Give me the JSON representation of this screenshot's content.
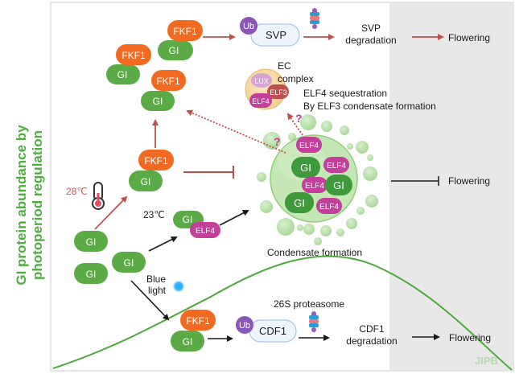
{
  "side_title": {
    "line1": "GI protein abundance by",
    "line2": "photoperiod regulation"
  },
  "colors": {
    "gi_green": "#5aab46",
    "fkf1_orange": "#f26a21",
    "elf4_magenta": "#c43e9b",
    "ub_purple": "#8a56b8",
    "red_arrow": "#c0504d",
    "side_title_green": "#4daf3c",
    "shaded_region": "#e8e8e8",
    "condensate_green": "#b7e0a8"
  },
  "proteins": {
    "gi": "GI",
    "fkf1": "FKF1",
    "elf4": "ELF4",
    "elf3": "ELF3",
    "lux": "LUX",
    "ub": "Ub",
    "svp": "SVP",
    "cdf1": "CDF1"
  },
  "labels": {
    "temp_high": "28℃",
    "temp_low": "23℃",
    "blue_light_1": "Blue",
    "blue_light_2": "light",
    "svp_degradation_1": "SVP",
    "svp_degradation_2": "degradation",
    "flowering_top": "Flowering",
    "flowering_mid": "Flowering",
    "flowering_bottom": "Flowering",
    "ec_complex_1": "EC",
    "ec_complex_2": "complex",
    "elf4_seq_1": "ELF4 sequestration",
    "elf4_seq_2": "By ELF3 condensate formation",
    "condensate_formation": "Condensate formation",
    "proteasome": "26S proteasome",
    "cdf1_degradation_1": "CDF1",
    "cdf1_degradation_2": "degradation",
    "question": "?",
    "watermark": "JIPB"
  }
}
